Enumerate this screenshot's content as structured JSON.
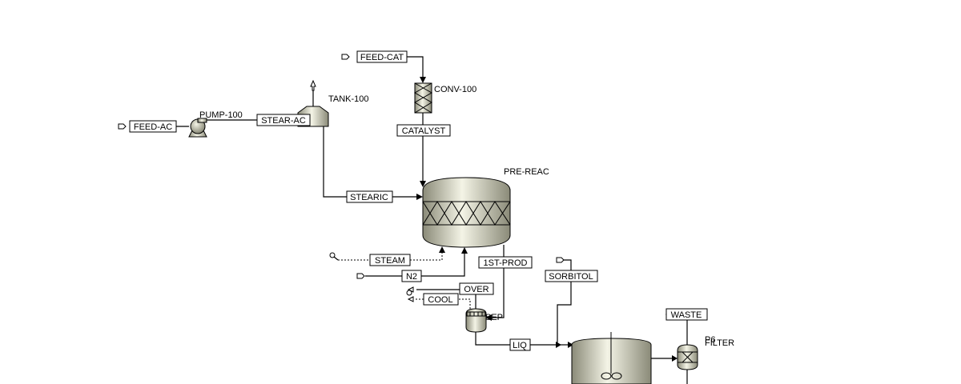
{
  "streams": {
    "feed_ac": "FEED-AC",
    "stear_ac": "STEAR-AC",
    "feed_cat": "FEED-CAT",
    "catalyst": "CATALYST",
    "stearic": "STEARIC",
    "steam": "STEAM",
    "n2": "N2",
    "over": "OVER",
    "cool": "COOL",
    "first_prod": "1ST-PROD",
    "sorbitol": "SORBITOL",
    "liq": "LIQ",
    "waste": "WASTE"
  },
  "units": {
    "pump": "PUMP-100",
    "tank": "TANK-100",
    "conv": "CONV-100",
    "pre_reac": "PRE-REAC",
    "sep": "SEP",
    "filter": "FILTER",
    "filter_tag": "P6"
  },
  "colors": {
    "equipment_light": "#f4f4e6",
    "equipment_dark": "#8a8a78",
    "stroke": "#000000"
  }
}
